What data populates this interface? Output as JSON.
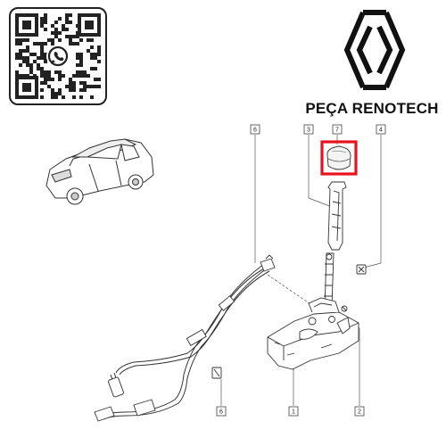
{
  "brand": {
    "name": "PEÇA RENOTECH",
    "logo_icon": "renault-diamond-logo-icon",
    "qr_icon": "whatsapp-qr-code-icon"
  },
  "highlight_color": "#e8121d",
  "callouts": [
    {
      "id": "callout-6-top",
      "label": "6"
    },
    {
      "id": "callout-3",
      "label": "3"
    },
    {
      "id": "callout-7",
      "label": "7"
    },
    {
      "id": "callout-4",
      "label": "4"
    },
    {
      "id": "callout-6-bottom",
      "label": "6"
    },
    {
      "id": "callout-1",
      "label": "1"
    },
    {
      "id": "callout-2",
      "label": "2"
    }
  ]
}
